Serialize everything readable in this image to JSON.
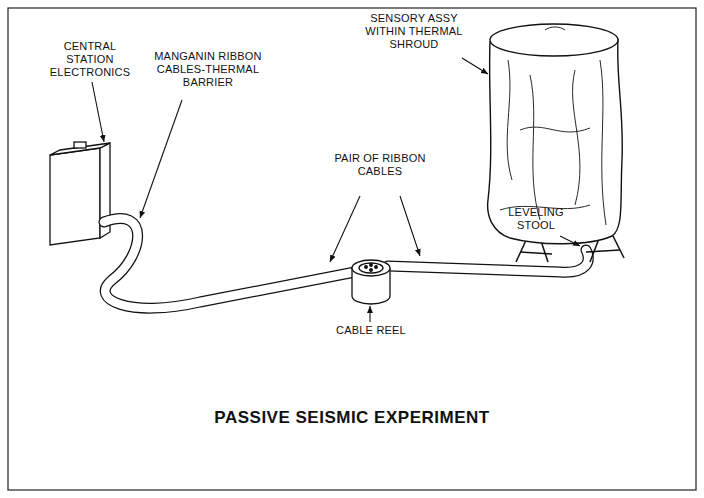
{
  "diagram": {
    "title": "PASSIVE SEISMIC EXPERIMENT",
    "labels": [
      "CENTRAL STATION ELECTRONICS",
      "MANGANIN RIBBON CABLES-THERMAL BARRIER",
      "SENSORY ASSY WITHIN THERMAL SHROUD",
      "PAIR OF RIBBON CABLES",
      "LEVELING STOOL",
      "CABLE REEL"
    ]
  }
}
